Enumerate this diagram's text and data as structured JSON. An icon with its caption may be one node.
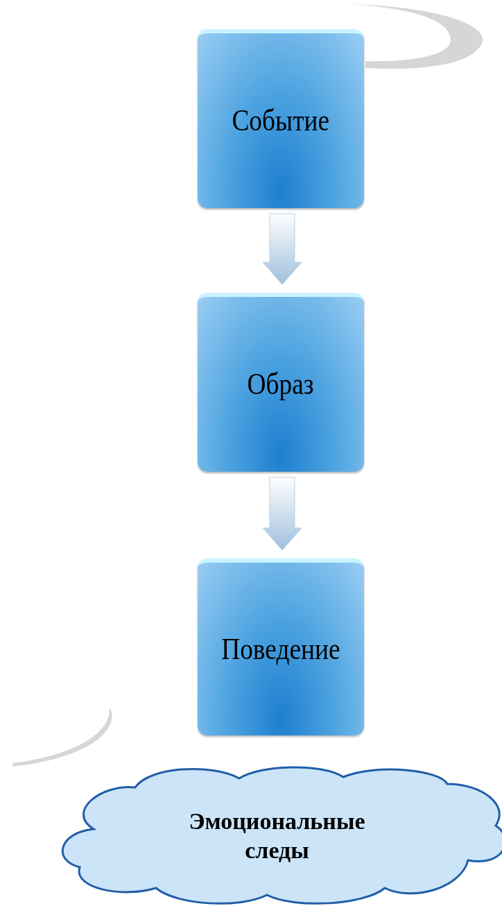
{
  "diagram": {
    "nodes": [
      {
        "text": [
          "Событие"
        ]
      },
      {
        "text": [
          "Образ"
        ]
      },
      {
        "text": [
          "Поведение"
        ]
      },
      {
        "text": [
          "Эмоциональные следы"
        ]
      }
    ],
    "edges": [
      {
        "from": 0,
        "to": 1,
        "arrow": "to"
      },
      {
        "from": 1,
        "to": 2,
        "arrow": "to"
      }
    ]
  }
}
